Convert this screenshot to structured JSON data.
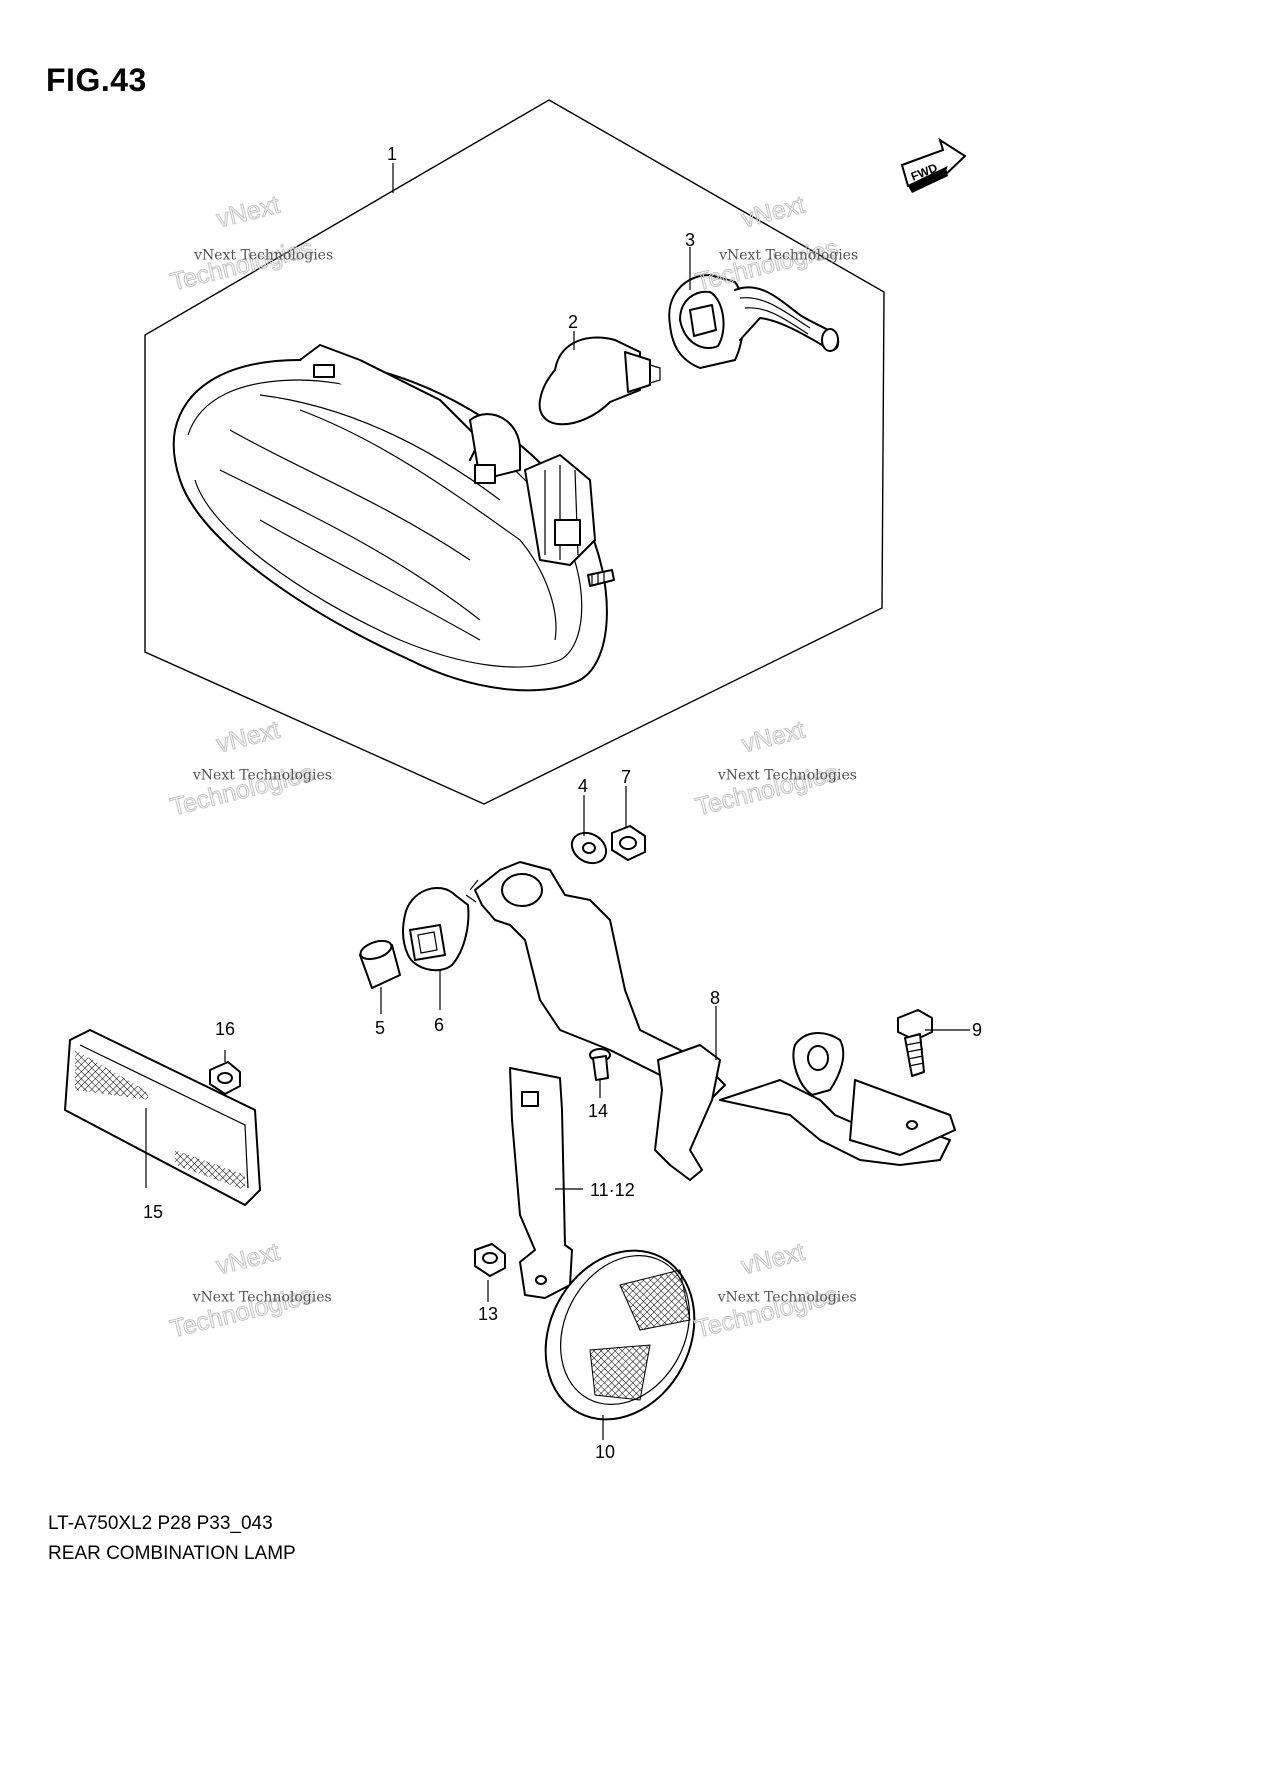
{
  "figure": {
    "title": "FIG.43",
    "code": "LT-A750XL2 P28 P33_043",
    "name": "REAR COMBINATION LAMP",
    "direction_label": "FWD"
  },
  "watermark": {
    "small": "vNext Technologies",
    "big_line1": "vNext",
    "big_line2": "Technologies"
  },
  "callouts": {
    "c1": "1",
    "c2": "2",
    "c3": "3",
    "c4": "4",
    "c5": "5",
    "c6": "6",
    "c7": "7",
    "c8": "8",
    "c9": "9",
    "c10": "10",
    "c11_12": "11·12",
    "c13": "13",
    "c14": "14",
    "c15": "15",
    "c16": "16"
  }
}
